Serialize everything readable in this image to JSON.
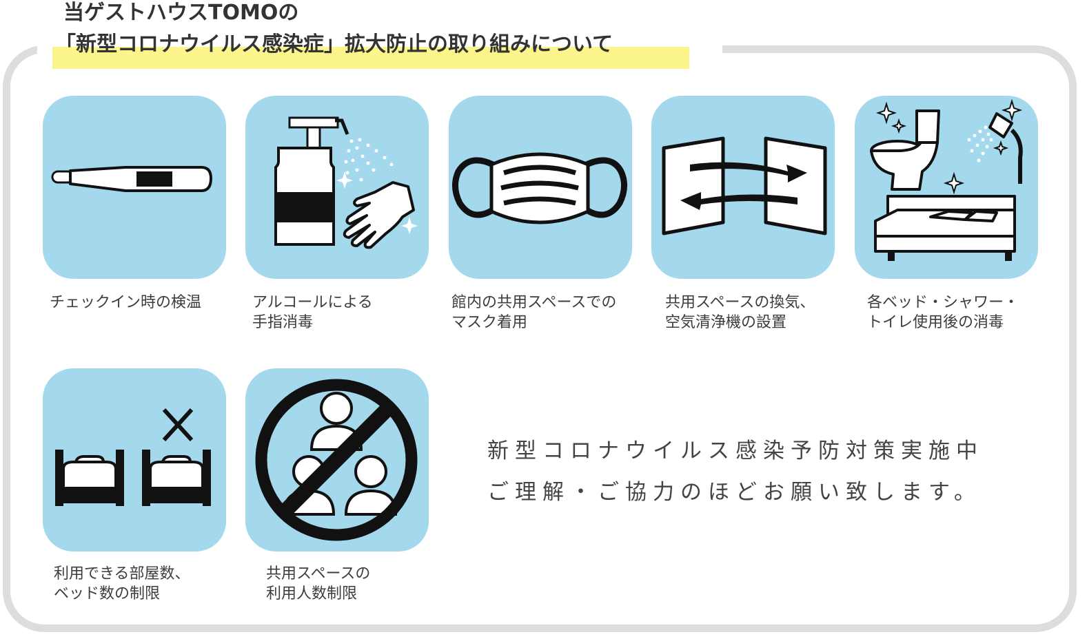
{
  "title": {
    "line1": "当ゲストハウスTOMOの",
    "line2": "「新型コロナウイルス感染症」拡大防止の取り組みについて"
  },
  "measures": [
    {
      "icon": "thermometer-icon",
      "lines": [
        "チェックイン時の検温",
        ""
      ]
    },
    {
      "icon": "sanitizer-icon",
      "lines": [
        "アルコールによる",
        "手指消毒"
      ]
    },
    {
      "icon": "mask-icon",
      "lines": [
        "館内の共用スペースでの",
        "マスク着用"
      ]
    },
    {
      "icon": "ventilation-icon",
      "lines": [
        "共用スペースの換気、",
        "空気清浄機の設置"
      ]
    },
    {
      "icon": "cleaning-icon",
      "lines": [
        "各ベッド・シャワー・",
        "トイレ使用後の消毒"
      ]
    },
    {
      "icon": "bed-limit-icon",
      "lines": [
        "利用できる部屋数、",
        "ベッド数の制限"
      ]
    },
    {
      "icon": "no-crowd-icon",
      "lines": [
        "共用スペースの",
        "利用人数制限"
      ]
    }
  ],
  "notice": {
    "line1": "新型コロナウイルス感染予防対策実施中",
    "line2": "ご理解・ご協力のほどお願い致します。"
  },
  "colors": {
    "tile": "#a3d8ed",
    "highlight": "#fbf58c",
    "frame": "#dcdddd"
  }
}
